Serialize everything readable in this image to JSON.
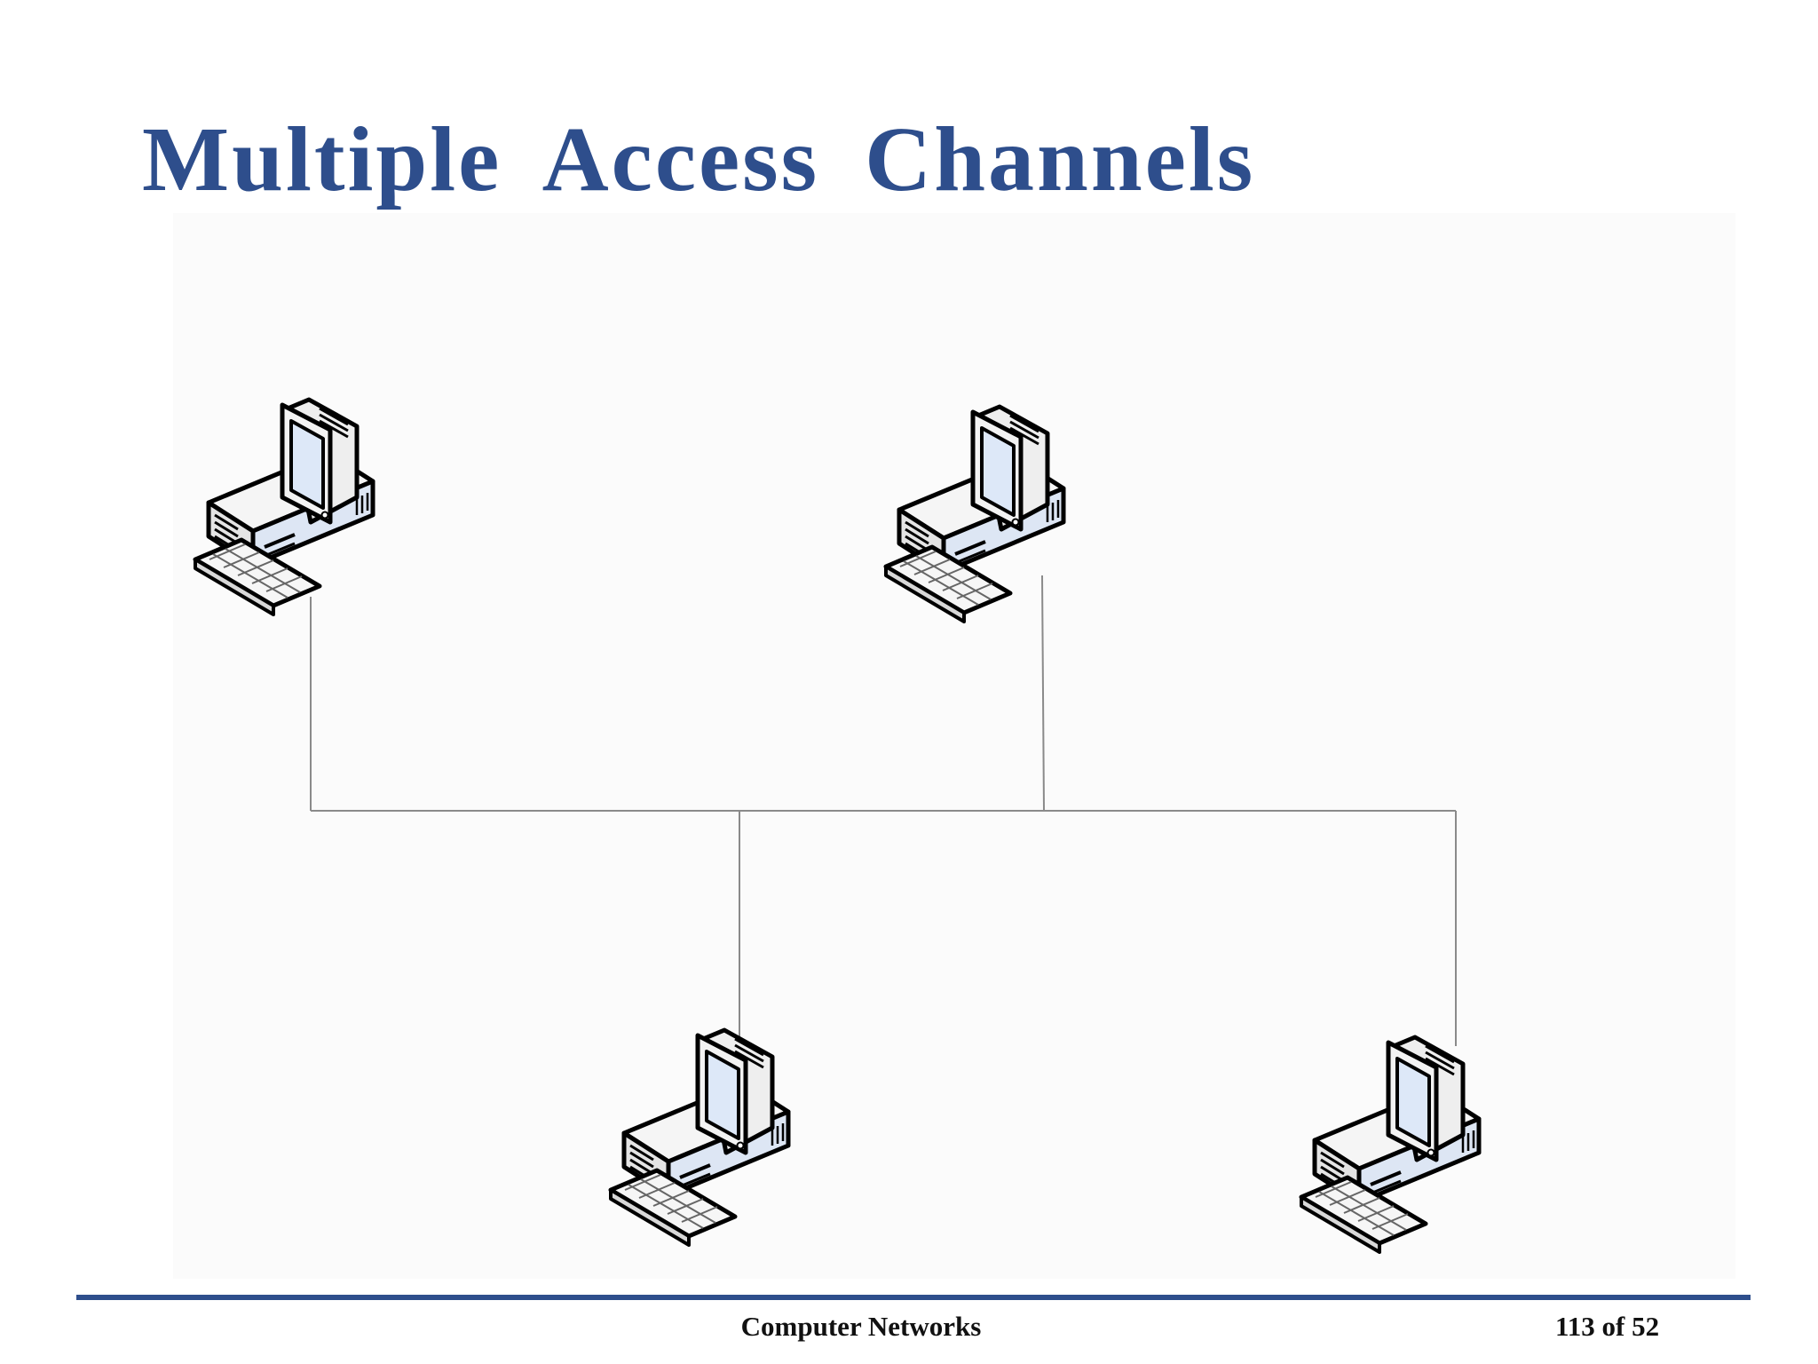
{
  "slide": {
    "title": "Multiple Access Channels"
  },
  "diagram": {
    "nodes": [
      {
        "id": "computer-1",
        "icon": "desktop-computer-icon"
      },
      {
        "id": "computer-2",
        "icon": "desktop-computer-icon"
      },
      {
        "id": "computer-3",
        "icon": "desktop-computer-icon"
      },
      {
        "id": "computer-4",
        "icon": "desktop-computer-icon"
      }
    ],
    "edges": [
      {
        "from": "computer-1",
        "to": "shared-bus"
      },
      {
        "from": "computer-2",
        "to": "shared-bus"
      },
      {
        "from": "computer-3",
        "to": "shared-bus"
      },
      {
        "from": "computer-4",
        "to": "shared-bus"
      }
    ],
    "colors": {
      "title": "#2e4e8c",
      "rule": "#2e4e8c",
      "link": "#8a8a8a",
      "screen": "#dfe8f7",
      "case": "#f2f2f2",
      "outline": "#000000"
    }
  },
  "footer": {
    "course": "Computer Networks",
    "page": "113 of 52"
  }
}
